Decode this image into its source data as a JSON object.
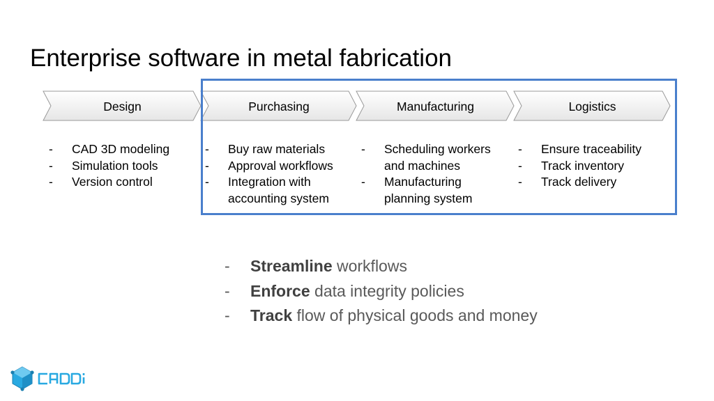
{
  "title": "Enterprise software in metal fabrication",
  "stages": [
    {
      "name": "Design",
      "items": [
        "CAD 3D modeling",
        "Simulation tools",
        "Version control"
      ]
    },
    {
      "name": "Purchasing",
      "items": [
        "Buy raw materials",
        "Approval workflows",
        "Integration with\naccounting system"
      ]
    },
    {
      "name": "Manufacturing",
      "items": [
        "Scheduling workers\nand machines",
        "Manufacturing\nplanning system"
      ]
    },
    {
      "name": "Logistics",
      "items": [
        "Ensure traceability",
        "Track inventory",
        "Track delivery"
      ]
    }
  ],
  "dash": "-",
  "benefits": [
    {
      "keyword": "Streamline",
      "rest": " workflows"
    },
    {
      "keyword": "Enforce",
      "rest": " data integrity policies"
    },
    {
      "keyword": "Track",
      "rest": " flow of physical goods and money"
    }
  ],
  "logo_text": "CADDi",
  "colors": {
    "highlight_border": "#4a7fcc",
    "chevron_stroke": "#999999",
    "chevron_fill_top": "#ffffff",
    "chevron_fill_bottom": "#e8e8e8",
    "logo": "#29a9e1"
  }
}
